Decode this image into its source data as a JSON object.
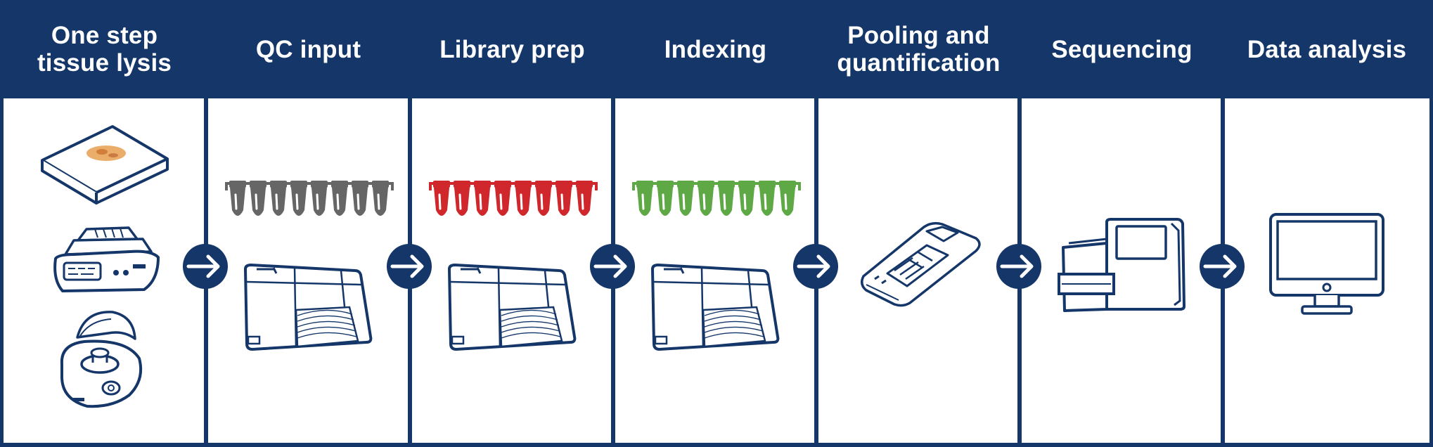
{
  "steps": [
    {
      "title": "One step\ntissue lysis"
    },
    {
      "title": "QC input"
    },
    {
      "title": "Library prep"
    },
    {
      "title": "Indexing"
    },
    {
      "title": "Pooling and\nquantification"
    },
    {
      "title": "Sequencing"
    },
    {
      "title": "Data analysis"
    }
  ],
  "colors": {
    "navy": "#143669",
    "tube_gray": "#666666",
    "tube_red": "#d0272d",
    "tube_green": "#5ea845",
    "tissue_orange": "#e8a050"
  },
  "icons": [
    "tissue-slide-icon",
    "thermoshaker-icon",
    "centrifuge-icon",
    "pcr-tube-strip-gray-icon",
    "pcr-tube-strip-red-icon",
    "pcr-tube-strip-green-icon",
    "fragment-analyzer-icon",
    "fluorometer-icon",
    "sequencer-icon",
    "monitor-icon",
    "arrow-right-icon"
  ]
}
